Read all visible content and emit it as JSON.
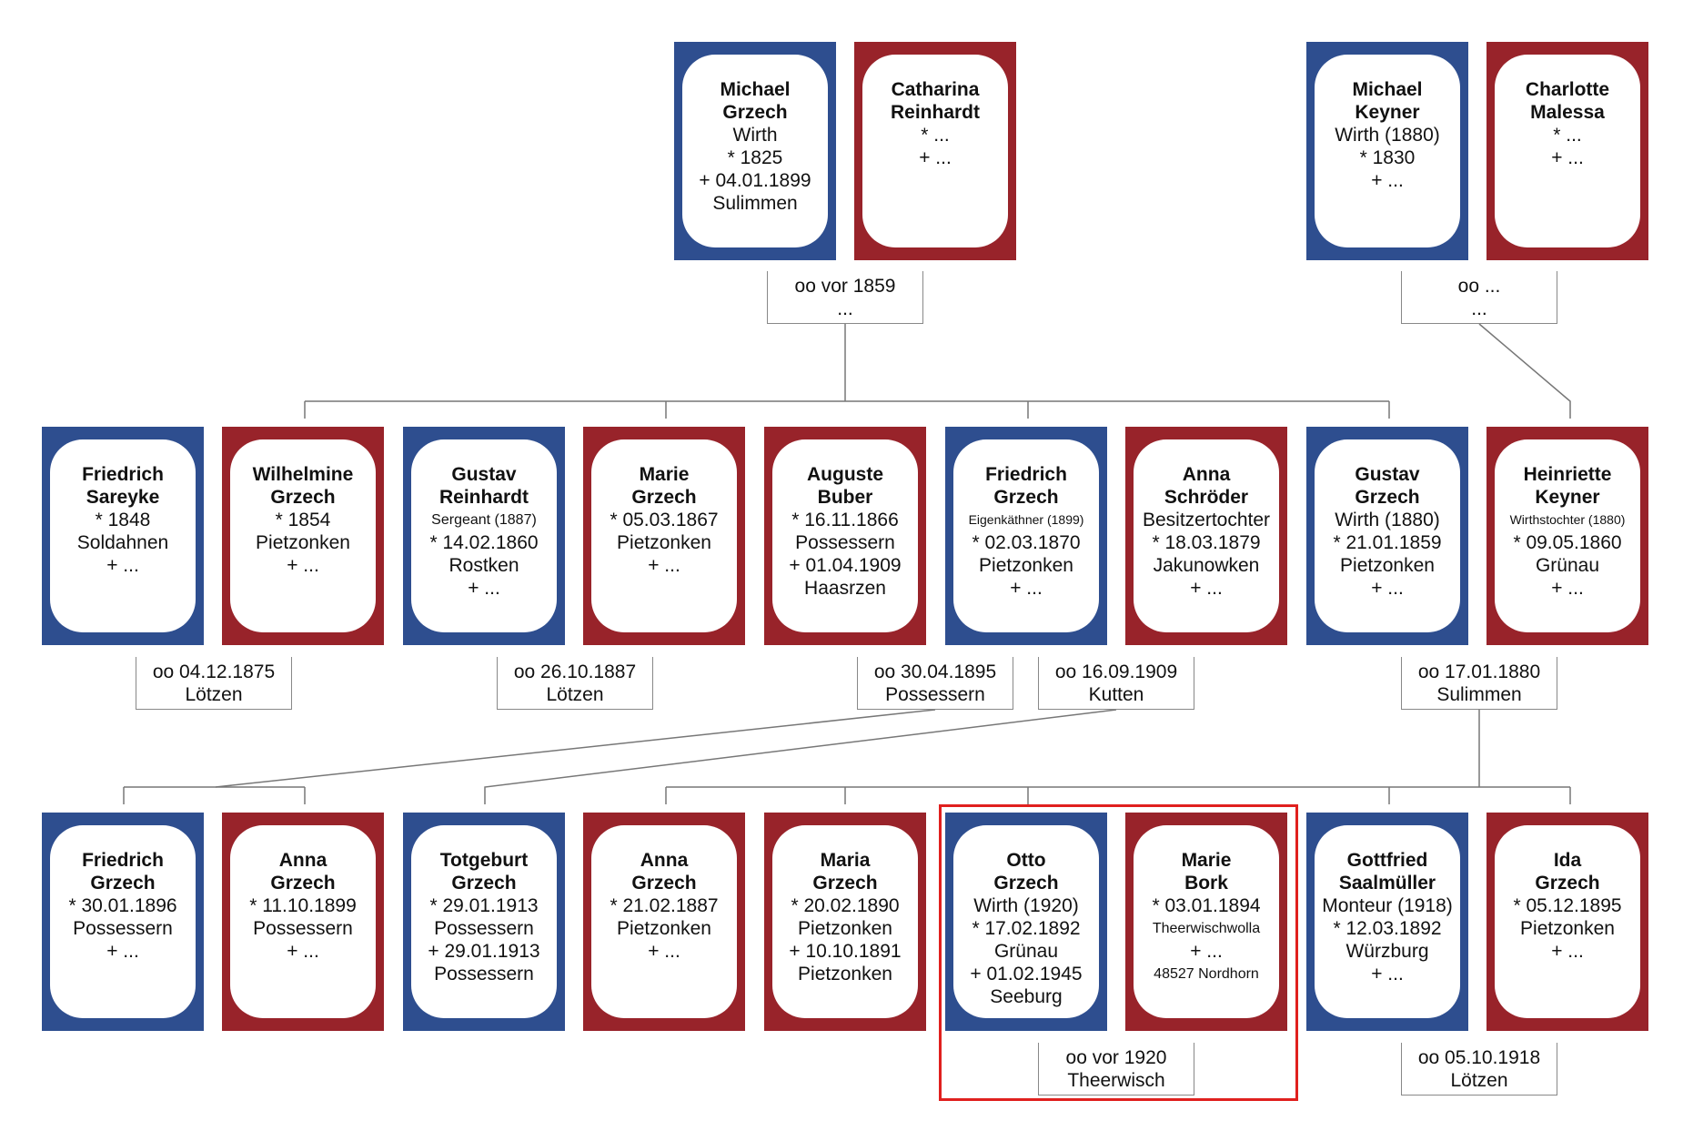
{
  "persons": [
    {
      "id": "p1",
      "sex": "m",
      "lines": [
        {
          "t": "Michael",
          "w": "b"
        },
        {
          "t": "Grzech",
          "w": "b"
        },
        {
          "t": "Wirth"
        },
        {
          "t": "* 1825"
        },
        {
          "t": ""
        },
        {
          "t": "+ 04.01.1899"
        },
        {
          "t": "Sulimmen"
        }
      ]
    },
    {
      "id": "p2",
      "sex": "f",
      "lines": [
        {
          "t": "Catharina",
          "w": "b"
        },
        {
          "t": "Reinhardt",
          "w": "b"
        },
        {
          "t": ""
        },
        {
          "t": "* ..."
        },
        {
          "t": ""
        },
        {
          "t": "+ ..."
        }
      ]
    },
    {
      "id": "p3",
      "sex": "m",
      "lines": [
        {
          "t": "Michael",
          "w": "b"
        },
        {
          "t": "Keyner",
          "w": "b"
        },
        {
          "t": "Wirth (1880)"
        },
        {
          "t": "* 1830"
        },
        {
          "t": ""
        },
        {
          "t": "+ ..."
        }
      ]
    },
    {
      "id": "p4",
      "sex": "f",
      "lines": [
        {
          "t": "Charlotte",
          "w": "b"
        },
        {
          "t": "Malessa",
          "w": "b"
        },
        {
          "t": ""
        },
        {
          "t": "* ..."
        },
        {
          "t": ""
        },
        {
          "t": "+ ..."
        }
      ]
    },
    {
      "id": "p5",
      "sex": "m",
      "lines": [
        {
          "t": "Friedrich",
          "w": "b"
        },
        {
          "t": "Sareyke",
          "w": "b"
        },
        {
          "t": ""
        },
        {
          "t": "* 1848"
        },
        {
          "t": "Soldahnen"
        },
        {
          "t": "+ ..."
        }
      ]
    },
    {
      "id": "p6",
      "sex": "f",
      "lines": [
        {
          "t": "Wilhelmine",
          "w": "b"
        },
        {
          "t": "Grzech",
          "w": "b"
        },
        {
          "t": ""
        },
        {
          "t": "* 1854"
        },
        {
          "t": "Pietzonken"
        },
        {
          "t": "+ ..."
        }
      ]
    },
    {
      "id": "p7",
      "sex": "m",
      "lines": [
        {
          "t": "Gustav",
          "w": "b"
        },
        {
          "t": "Reinhardt",
          "w": "b"
        },
        {
          "t": "Sergeant (1887)",
          "w": "s"
        },
        {
          "t": "* 14.02.1860"
        },
        {
          "t": "Rostken"
        },
        {
          "t": "+ ..."
        }
      ]
    },
    {
      "id": "p8",
      "sex": "f",
      "lines": [
        {
          "t": "Marie",
          "w": "b"
        },
        {
          "t": "Grzech",
          "w": "b"
        },
        {
          "t": ""
        },
        {
          "t": "* 05.03.1867"
        },
        {
          "t": "Pietzonken"
        },
        {
          "t": "+ ..."
        }
      ]
    },
    {
      "id": "p9",
      "sex": "f",
      "lines": [
        {
          "t": "Auguste",
          "w": "b"
        },
        {
          "t": "Buber",
          "w": "b"
        },
        {
          "t": ""
        },
        {
          "t": "* 16.11.1866"
        },
        {
          "t": "Possessern"
        },
        {
          "t": "+ 01.04.1909"
        },
        {
          "t": "Haasrzen"
        }
      ]
    },
    {
      "id": "p10",
      "sex": "m",
      "lines": [
        {
          "t": "Friedrich",
          "w": "b"
        },
        {
          "t": "Grzech",
          "w": "b"
        },
        {
          "t": "Eigenkäthner (1899)",
          "w": "xs"
        },
        {
          "t": "* 02.03.1870"
        },
        {
          "t": "Pietzonken"
        },
        {
          "t": "+ ..."
        }
      ]
    },
    {
      "id": "p11",
      "sex": "f",
      "lines": [
        {
          "t": "Anna",
          "w": "b"
        },
        {
          "t": "Schröder",
          "w": "b"
        },
        {
          "t": "Besitzertochter"
        },
        {
          "t": "* 18.03.1879"
        },
        {
          "t": "Jakunowken"
        },
        {
          "t": "+ ..."
        }
      ]
    },
    {
      "id": "p12",
      "sex": "m",
      "lines": [
        {
          "t": "Gustav",
          "w": "b"
        },
        {
          "t": "Grzech",
          "w": "b"
        },
        {
          "t": "Wirth (1880)"
        },
        {
          "t": "* 21.01.1859"
        },
        {
          "t": "Pietzonken"
        },
        {
          "t": "+ ..."
        }
      ]
    },
    {
      "id": "p13",
      "sex": "f",
      "lines": [
        {
          "t": "Heinriette",
          "w": "b"
        },
        {
          "t": "Keyner",
          "w": "b"
        },
        {
          "t": "Wirthstochter (1880)",
          "w": "xs"
        },
        {
          "t": "* 09.05.1860"
        },
        {
          "t": "Grünau"
        },
        {
          "t": "+ ..."
        }
      ]
    },
    {
      "id": "p14",
      "sex": "m",
      "lines": [
        {
          "t": "Friedrich",
          "w": "b"
        },
        {
          "t": "Grzech",
          "w": "b"
        },
        {
          "t": ""
        },
        {
          "t": "* 30.01.1896"
        },
        {
          "t": "Possessern"
        },
        {
          "t": "+ ..."
        }
      ]
    },
    {
      "id": "p15",
      "sex": "f",
      "lines": [
        {
          "t": "Anna",
          "w": "b"
        },
        {
          "t": "Grzech",
          "w": "b"
        },
        {
          "t": ""
        },
        {
          "t": "* 11.10.1899"
        },
        {
          "t": "Possessern"
        },
        {
          "t": "+ ..."
        }
      ]
    },
    {
      "id": "p16",
      "sex": "m",
      "lines": [
        {
          "t": "Totgeburt",
          "w": "b"
        },
        {
          "t": "Grzech",
          "w": "b"
        },
        {
          "t": ""
        },
        {
          "t": "* 29.01.1913"
        },
        {
          "t": "Possessern"
        },
        {
          "t": "+ 29.01.1913"
        },
        {
          "t": "Possessern"
        }
      ]
    },
    {
      "id": "p17",
      "sex": "f",
      "lines": [
        {
          "t": "Anna",
          "w": "b"
        },
        {
          "t": "Grzech",
          "w": "b"
        },
        {
          "t": ""
        },
        {
          "t": "* 21.02.1887"
        },
        {
          "t": "Pietzonken"
        },
        {
          "t": "+ ..."
        }
      ]
    },
    {
      "id": "p18",
      "sex": "f",
      "lines": [
        {
          "t": "Maria",
          "w": "b"
        },
        {
          "t": "Grzech",
          "w": "b"
        },
        {
          "t": ""
        },
        {
          "t": "* 20.02.1890"
        },
        {
          "t": "Pietzonken"
        },
        {
          "t": "+ 10.10.1891"
        },
        {
          "t": "Pietzonken"
        }
      ]
    },
    {
      "id": "p19",
      "sex": "m",
      "lines": [
        {
          "t": "Otto",
          "w": "b"
        },
        {
          "t": "Grzech",
          "w": "b"
        },
        {
          "t": "Wirth (1920)"
        },
        {
          "t": "* 17.02.1892"
        },
        {
          "t": "Grünau"
        },
        {
          "t": "+ 01.02.1945"
        },
        {
          "t": "Seeburg"
        }
      ]
    },
    {
      "id": "p20",
      "sex": "f",
      "lines": [
        {
          "t": "Marie",
          "w": "b"
        },
        {
          "t": "Bork",
          "w": "b"
        },
        {
          "t": ""
        },
        {
          "t": "* 03.01.1894"
        },
        {
          "t": "Theerwischwolla",
          "w": "s"
        },
        {
          "t": "+ ..."
        },
        {
          "t": "48527 Nordhorn",
          "w": "s"
        }
      ]
    },
    {
      "id": "p21",
      "sex": "m",
      "lines": [
        {
          "t": "Gottfried",
          "w": "b"
        },
        {
          "t": "Saalmüller",
          "w": "b"
        },
        {
          "t": "Monteur (1918)"
        },
        {
          "t": "* 12.03.1892"
        },
        {
          "t": "Würzburg"
        },
        {
          "t": "+ ..."
        }
      ]
    },
    {
      "id": "p22",
      "sex": "f",
      "lines": [
        {
          "t": "Ida",
          "w": "b"
        },
        {
          "t": "Grzech",
          "w": "b"
        },
        {
          "t": ""
        },
        {
          "t": "* 05.12.1895"
        },
        {
          "t": "Pietzonken"
        },
        {
          "t": "+ ..."
        }
      ]
    }
  ],
  "marriages": [
    {
      "id": "m1",
      "date": "oo vor 1859",
      "place": "..."
    },
    {
      "id": "m2",
      "date": "oo ...",
      "place": "..."
    },
    {
      "id": "m3",
      "date": "oo 04.12.1875",
      "place": "Lötzen"
    },
    {
      "id": "m4",
      "date": "oo 26.10.1887",
      "place": "Lötzen"
    },
    {
      "id": "m5",
      "date": "oo 30.04.1895",
      "place": "Possessern"
    },
    {
      "id": "m6",
      "date": "oo 16.09.1909",
      "place": "Kutten"
    },
    {
      "id": "m7",
      "date": "oo 17.01.1880",
      "place": "Sulimmen"
    },
    {
      "id": "m8",
      "date": "oo vor 1920",
      "place": "Theerwisch"
    },
    {
      "id": "m9",
      "date": "oo 05.10.1918",
      "place": "Lötzen"
    }
  ],
  "colors": {
    "male": "#2e4e8f",
    "female": "#98232a",
    "highlight": "#e0201e",
    "lines": "#777777"
  }
}
